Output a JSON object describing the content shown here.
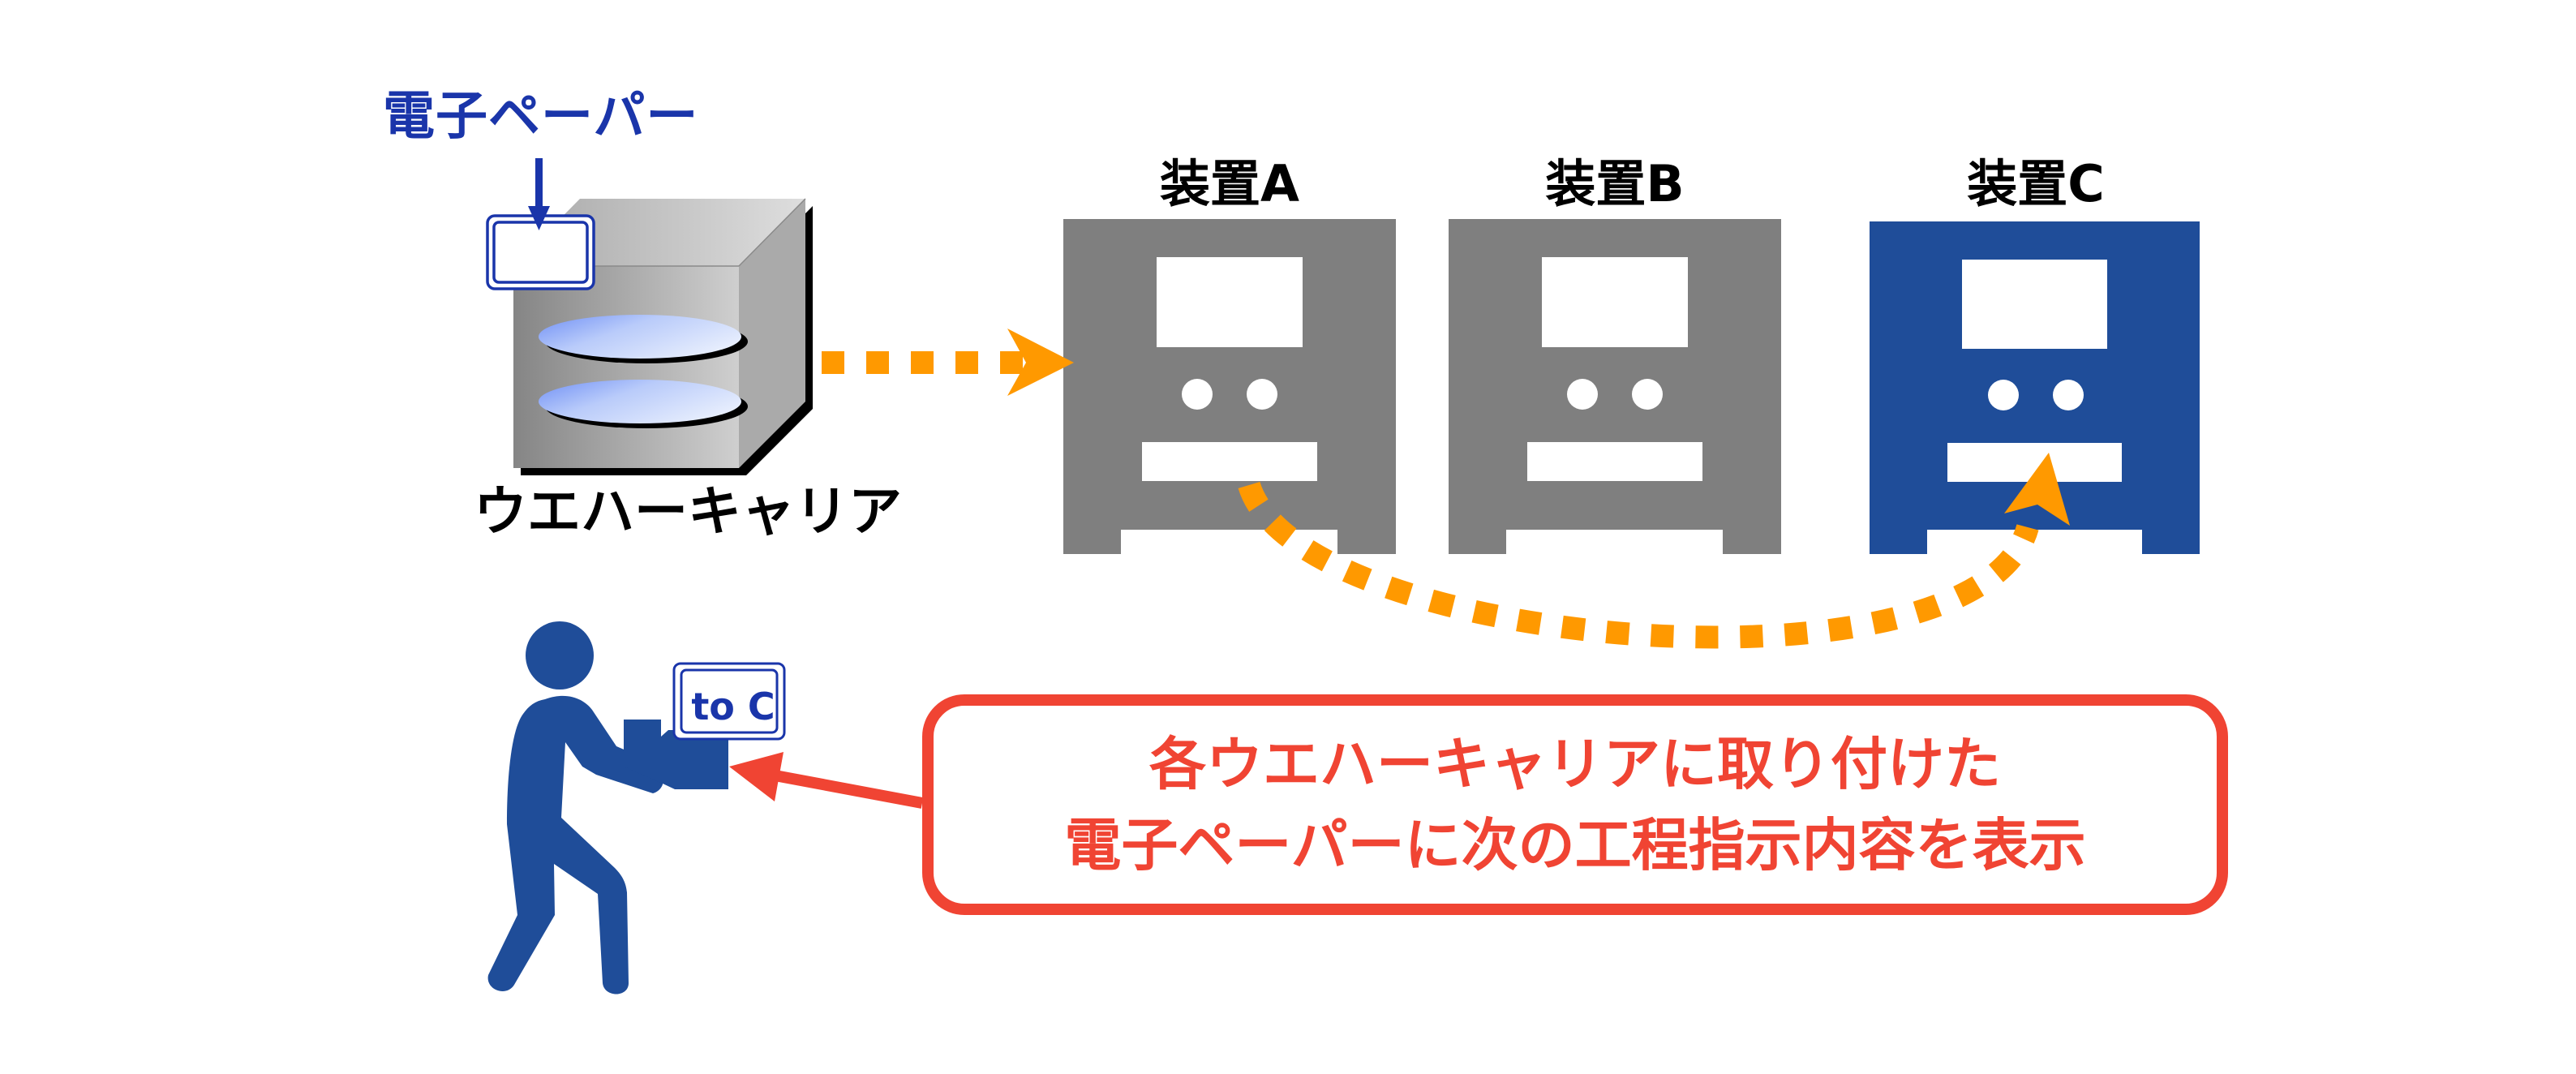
{
  "labels": {
    "epaper_title": "電子ペーパー",
    "carrier": "ウエハーキャリア"
  },
  "devices": [
    {
      "label": "装置A",
      "color": "#7F7F7F",
      "highlighted": false
    },
    {
      "label": "装置B",
      "color": "#7F7F7F",
      "highlighted": false
    },
    {
      "label": "装置C",
      "color": "#1F4D99",
      "highlighted": true
    }
  ],
  "worker": {
    "tag_text": "to C",
    "color": "#1F4D99"
  },
  "callout": {
    "line1": "各ウエハーキャリアに取り付けた",
    "line2": "電子ペーパーに次の工程指示内容を表示",
    "color": "#F04433"
  },
  "flows": [
    {
      "from": "ウエハーキャリア",
      "to": "装置A",
      "style": "dotted",
      "color": "#FF9900"
    },
    {
      "from": "装置A",
      "to": "装置C",
      "style": "dotted-curve",
      "color": "#FF9900"
    },
    {
      "from": "callout",
      "to": "to C tag",
      "style": "solid",
      "color": "#F04433"
    }
  ],
  "colors": {
    "epaper_blue": "#1A35AA",
    "device_gray": "#7F7F7F",
    "device_blue": "#1F4D99",
    "flow_orange": "#FF9900",
    "callout_red": "#F04433"
  }
}
